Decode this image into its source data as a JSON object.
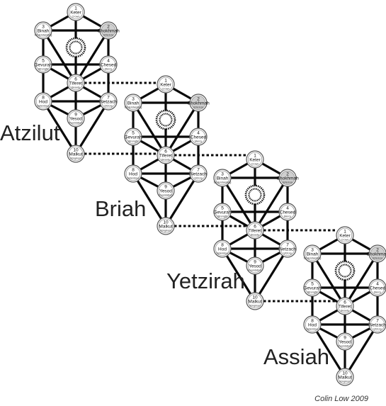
{
  "sephirot": [
    {
      "num": "1",
      "name": "Keter",
      "trans": "Crown",
      "shade": false
    },
    {
      "num": "2",
      "name": "Chokhmah",
      "trans": "Wisdom",
      "shade": true
    },
    {
      "num": "3",
      "name": "Binah",
      "trans": "Understanding",
      "shade": false
    },
    {
      "num": "4",
      "name": "Chesed",
      "trans": "Mercy",
      "shade": false
    },
    {
      "num": "5",
      "name": "Gevurah",
      "trans": "Strength",
      "shade": false
    },
    {
      "num": "6",
      "name": "Tiferet",
      "trans": "Beauty",
      "shade": false
    },
    {
      "num": "7",
      "name": "Netzach",
      "trans": "Victory",
      "shade": false
    },
    {
      "num": "8",
      "name": "Hod",
      "trans": "Splendour",
      "shade": false
    },
    {
      "num": "9",
      "name": "Yesod",
      "trans": "Foundation",
      "shade": false
    },
    {
      "num": "10",
      "name": "Malkut",
      "trans": "Kingdom",
      "shade": false
    }
  ],
  "worlds": [
    {
      "name": "Atzilut"
    },
    {
      "name": "Briah"
    },
    {
      "name": "Yetzirah"
    },
    {
      "name": "Assiah"
    }
  ],
  "credit": "Colin Low 2009",
  "colors": {
    "line": "#0a0a0a",
    "node_fill": "#ffffff",
    "node_shade": "#cfcfcf",
    "node_stroke": "#555555"
  }
}
